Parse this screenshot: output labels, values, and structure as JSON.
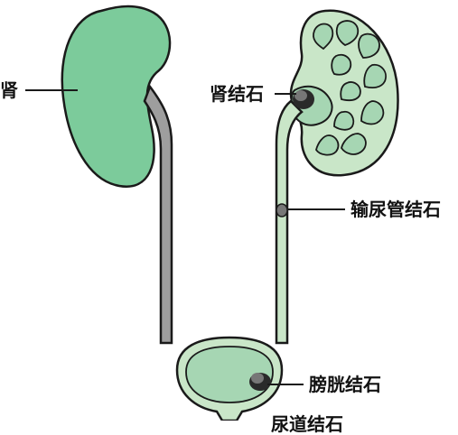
{
  "labels": {
    "kidney": "肾",
    "kidney_stone": "肾结石",
    "ureter_stone": "输尿管结石",
    "bladder_stone": "膀胱结石",
    "urethra_stone": "尿道结石"
  },
  "colors": {
    "tissue_light": "#c9e6c8",
    "tissue_mid": "#a6d6b3",
    "tissue_dark": "#7ccb9b",
    "ureter_gray": "#9e9e9e",
    "stone_gray": "#777777",
    "stone_dark": "#2a2a2a",
    "outline": "#1a1a1a",
    "text": "#111111"
  }
}
